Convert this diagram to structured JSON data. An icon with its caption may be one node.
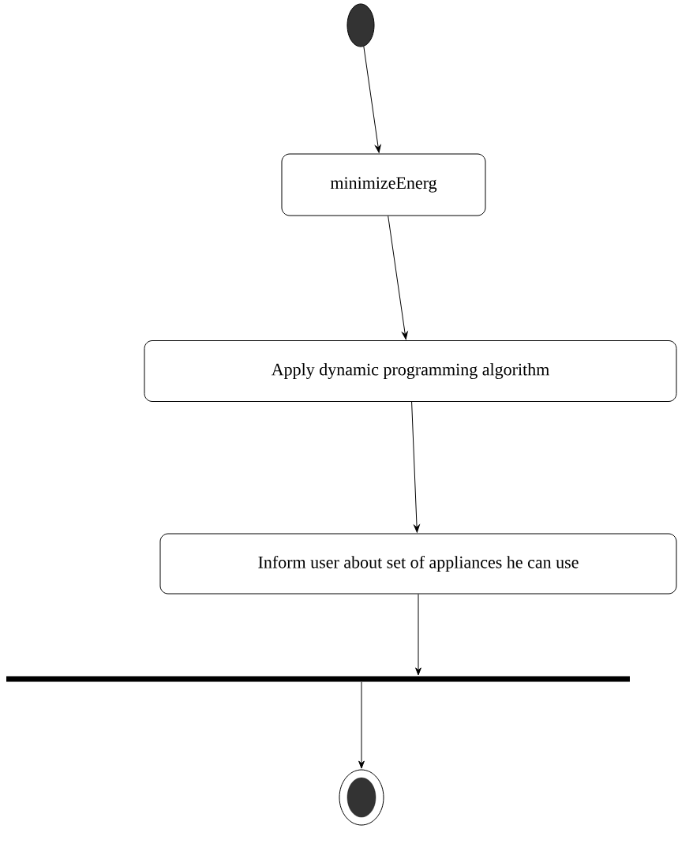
{
  "diagram": {
    "nodes": [
      {
        "text": [],
        "shape": "circle"
      },
      {
        "text": [
          "minimizeEnerg"
        ]
      },
      {
        "text": [
          "Apply dynamic programming algorithm"
        ]
      },
      {
        "text": [
          "Inform user about set of appliances he can use"
        ]
      },
      {
        "text": [],
        "shape": "bar"
      },
      {
        "text": [],
        "shape": "bullseye"
      }
    ],
    "edges": [
      {
        "from": 0,
        "to": 1,
        "arrow": "to"
      },
      {
        "from": 1,
        "to": 2,
        "arrow": "to"
      },
      {
        "from": 2,
        "to": 3,
        "arrow": "to"
      },
      {
        "from": 3,
        "to": 4,
        "arrow": "to"
      },
      {
        "from": 4,
        "to": 5,
        "arrow": "to"
      }
    ]
  }
}
